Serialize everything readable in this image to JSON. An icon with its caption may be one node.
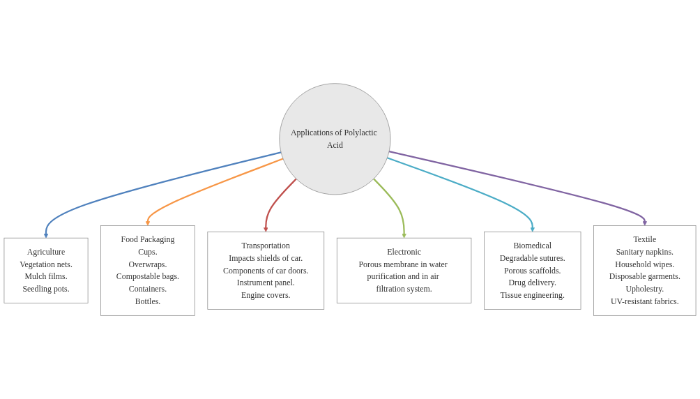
{
  "diagram": {
    "nodes": [
      {
        "text": [
          "Applications of Polylactic Acid"
        ]
      },
      {
        "text": [
          "Agriculture",
          "Vegetation nets.",
          "Mulch films.",
          "Seedling pots."
        ]
      },
      {
        "text": [
          "Food Packaging",
          "Cups.",
          "Overwraps.",
          "Compostable bags.",
          "Containers.",
          "Bottles."
        ]
      },
      {
        "text": [
          "Transportation",
          "Impacts shields of car.",
          "Components of car doors.",
          "Instrument panel.",
          "Engine covers."
        ]
      },
      {
        "text": [
          "Electronic",
          "Porous membrane in water purification and in air filtration system."
        ]
      },
      {
        "text": [
          "Biomedical",
          "Degradable sutures.",
          "Porous scaffolds.",
          "Drug delivery.",
          "Tissue engineering."
        ]
      },
      {
        "text": [
          "Textile",
          "Sanitary napkins.",
          "Household wipes.",
          "Disposable garments.",
          "Upholestry.",
          "UV-resistant fabrics."
        ]
      }
    ],
    "edges": [
      {
        "from": 0,
        "to": 1,
        "arrow": "to",
        "color": "#4f81bd"
      },
      {
        "from": 0,
        "to": 2,
        "arrow": "to",
        "color": "#f79646"
      },
      {
        "from": 0,
        "to": 3,
        "arrow": "to",
        "color": "#c0504d"
      },
      {
        "from": 0,
        "to": 4,
        "arrow": "to",
        "color": "#9bbb59"
      },
      {
        "from": 0,
        "to": 5,
        "arrow": "to",
        "color": "#4bacc6"
      },
      {
        "from": 0,
        "to": 6,
        "arrow": "to",
        "color": "#8064a2"
      }
    ]
  }
}
